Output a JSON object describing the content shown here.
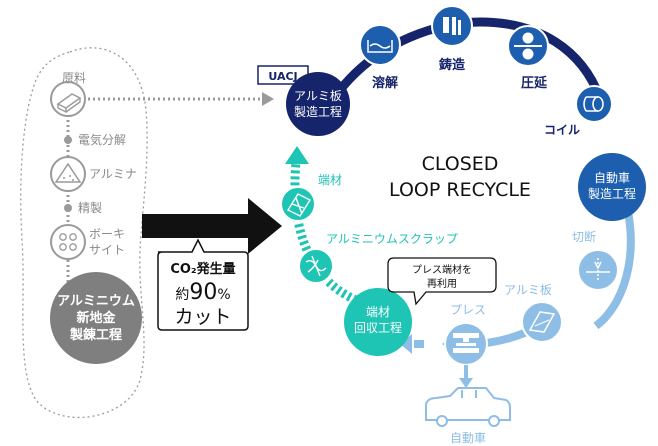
{
  "colors": {
    "navy": "#16246b",
    "blue": "#1d5fae",
    "teal": "#1ec4b4",
    "lightblue": "#8ebde6",
    "gray": "#9a9a9a",
    "darkgray": "#7f7f7f"
  },
  "title": {
    "line1": "CLOSED",
    "line2": "LOOP RECYCLE"
  },
  "left": {
    "raw_material": "原料",
    "electrolysis": "電気分解",
    "alumina": "アルミナ",
    "refining": "精製",
    "bauxite": "ボーキ\nサイト",
    "bauxite_line1": "ボーキ",
    "bauxite_line2": "サイト",
    "smelting_line1": "アルミニウム",
    "smelting_line2": "新地金",
    "smelting_line3": "製錬工程"
  },
  "co2": {
    "line1": "CO₂発生量",
    "line2_prefix": "約",
    "line2_value": "90",
    "line2_suffix": "%",
    "line3": "カット"
  },
  "loop": {
    "uacj_tag": "UACJ",
    "sheet_process_line1": "アルミ板",
    "sheet_process_line2": "製造工程",
    "melting": "溶解",
    "casting": "鋳造",
    "rolling": "圧延",
    "coil": "コイル",
    "auto_process_line1": "自動車",
    "auto_process_line2": "製造工程",
    "cutting": "切断",
    "aluminum_sheet": "アルミ板",
    "press": "プレス",
    "automobile": "自動車",
    "scrap_process_line1": "端材",
    "scrap_process_line2": "回収工程",
    "callout_line1": "プレス端材を",
    "callout_line2": "再利用",
    "scrap_label": "アルミニウムスクラップ",
    "offcut_label": "端材"
  },
  "icons": [
    "ingot-icon",
    "alumina-pile-icon",
    "bauxite-icon",
    "melting-icon",
    "casting-icon",
    "rolling-icon",
    "coil-icon",
    "cutting-icon",
    "sheet-icon",
    "press-icon",
    "car-icon",
    "scrap-icon",
    "offcut-icon"
  ]
}
